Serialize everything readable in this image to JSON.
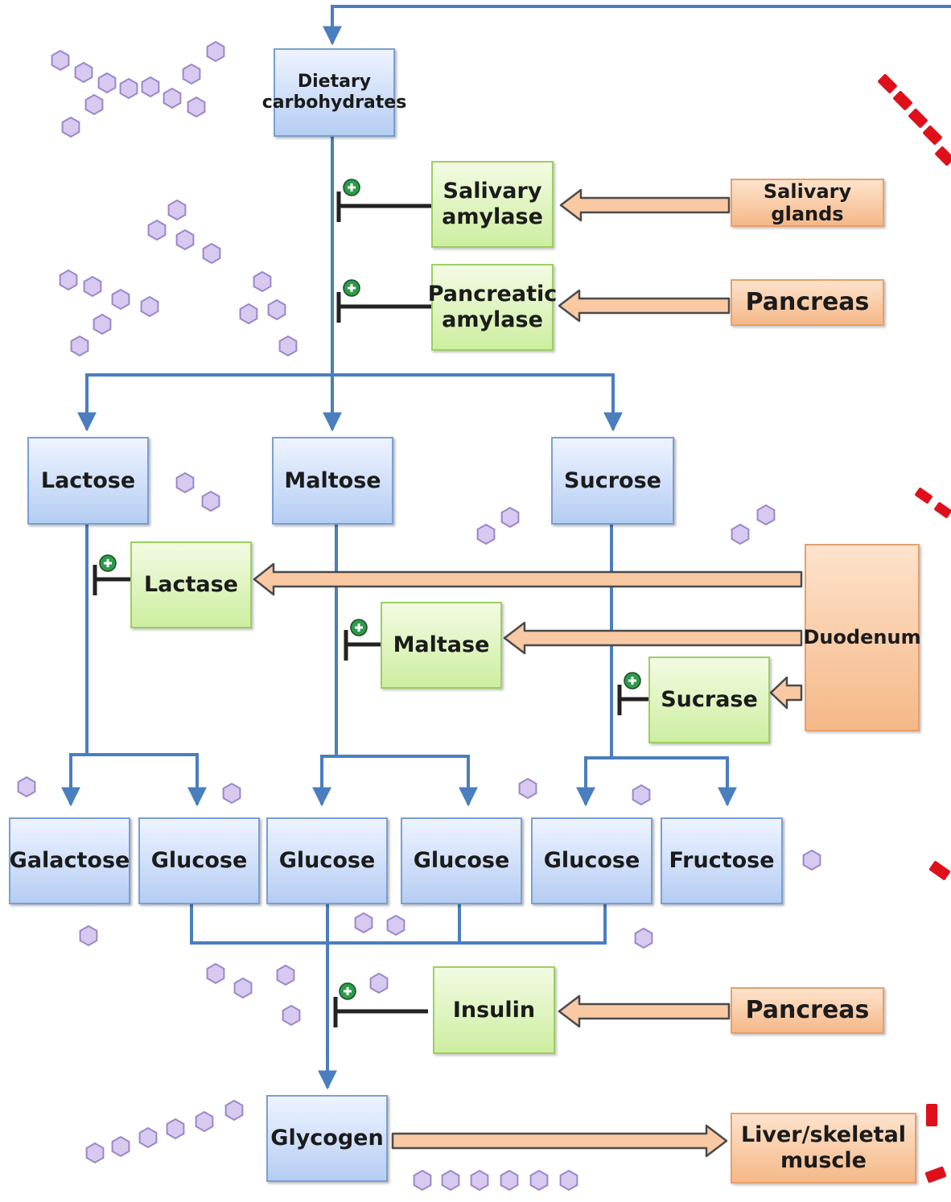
{
  "substrates": {
    "dietary": "Dietary\ncarbohydrates",
    "lactose": "Lactose",
    "maltose": "Maltose",
    "sucrose": "Sucrose",
    "galactose": "Galactose",
    "glucose_1": "Glucose",
    "glucose_2": "Glucose",
    "glucose_3": "Glucose",
    "glucose_4": "Glucose",
    "fructose": "Fructose",
    "glycogen": "Glycogen"
  },
  "enzymes": {
    "salivary_amylase": "Salivary\namylase",
    "pancreatic_amylase": "Pancreatic\namylase",
    "lactase": "Lactase",
    "maltase": "Maltase",
    "sucrase": "Sucrase",
    "insulin": "Insulin"
  },
  "organs": {
    "salivary_glands": "Salivary glands",
    "pancreas_1": "Pancreas",
    "pancreas_2": "Pancreas",
    "duodenum": "Duodenum",
    "liver_muscle": "Liver/skeletal\nmuscle"
  },
  "colors": {
    "flow": "#4a7ebf",
    "inhibit": "#222222",
    "arrow_fill": "#f9c9a4",
    "arrow_stroke": "#4a4a4a",
    "hexagon": "#d8c9f1",
    "hexagon_stroke": "#9a88c9",
    "plus_fill": "#2e9b4a",
    "deco_red": "#e0101a"
  },
  "icons": {
    "stimulation": "plus-circle-icon",
    "molecule": "hexagon-icon"
  }
}
